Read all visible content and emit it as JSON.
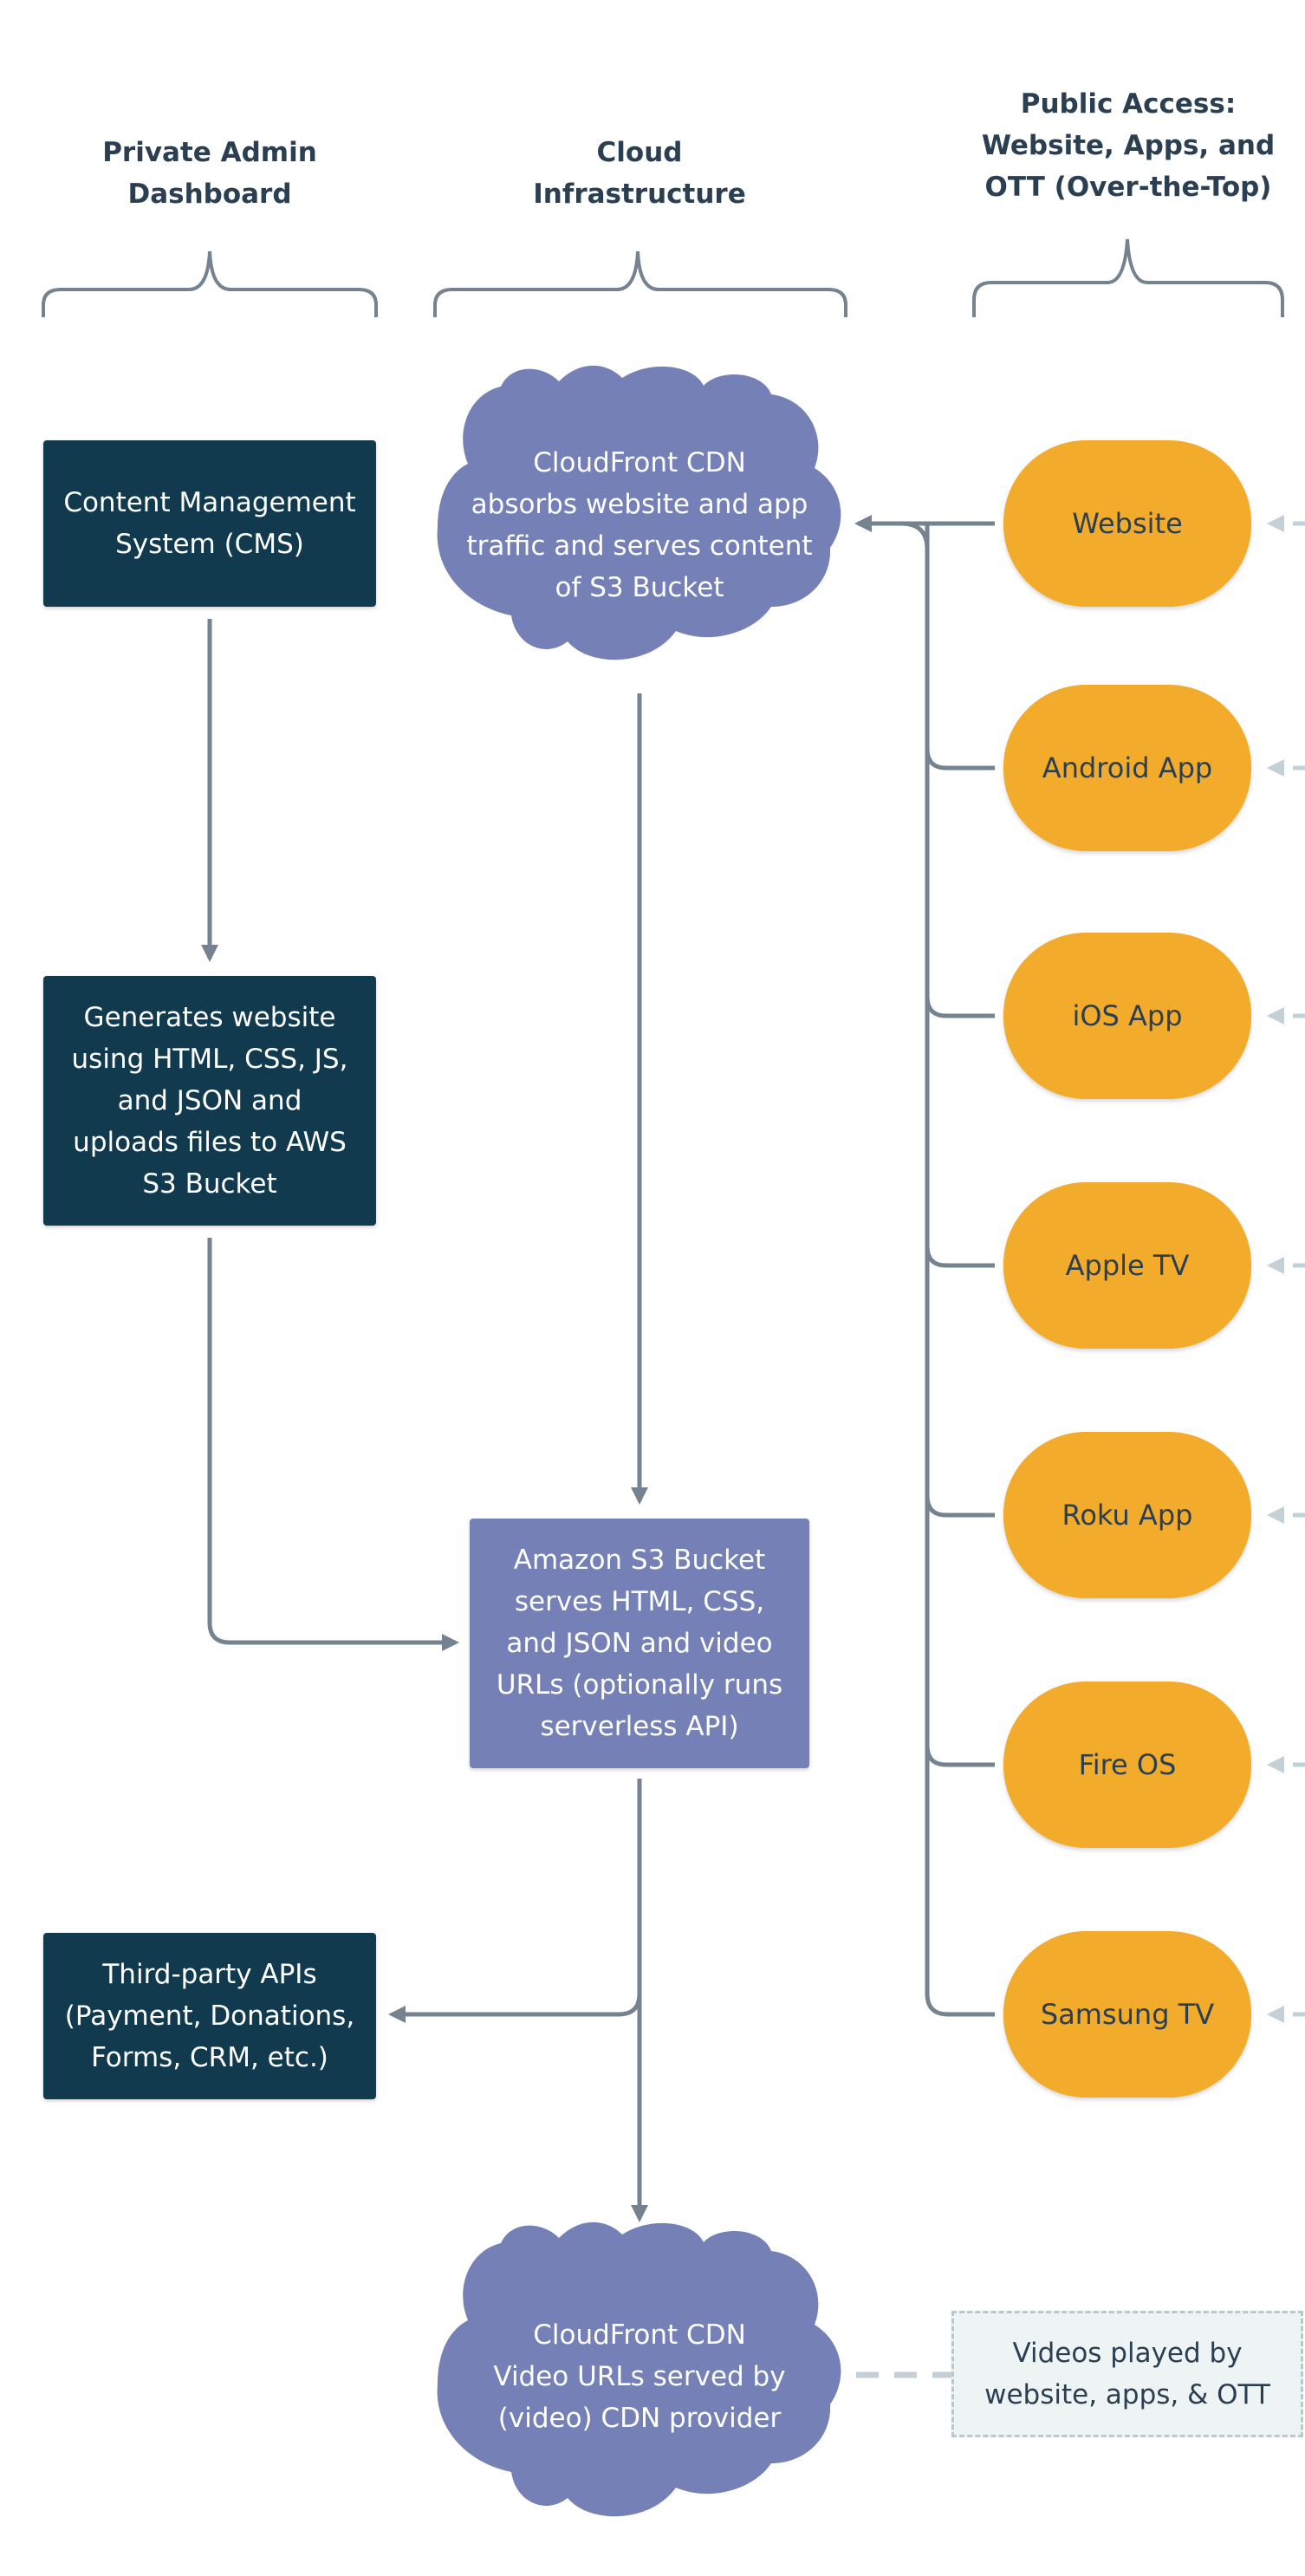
{
  "columns": {
    "admin": "Private Admin\nDashboard",
    "cloud": "Cloud\nInfrastructure",
    "public": "Public Access:\nWebsite, Apps, and\nOTT (Over-the-Top)"
  },
  "nodes": {
    "cms": "Content Management\nSystem (CMS)",
    "generates": "Generates website\nusing HTML, CSS, JS,\nand JSON and\nuploads files to AWS\nS3 Bucket",
    "third_party": "Third-party APIs\n(Payment, Donations,\nForms, CRM, etc.)",
    "cdn_top": "CloudFront CDN\nabsorbs website and app\ntraffic and serves content\nof S3 Bucket",
    "s3": "Amazon S3 Bucket\nserves HTML, CSS,\nand JSON and video\nURLs  (optionally runs\nserverless API)",
    "cdn_bottom": "CloudFront CDN\nVideo URLs served by\n(video) CDN provider",
    "videos_note": "Videos played by\nwebsite, apps, & OTT"
  },
  "clients": [
    "Website",
    "Android App",
    "iOS App",
    "Apple TV",
    "Roku App",
    "Fire OS",
    "Samsung TV"
  ],
  "colors": {
    "dark_box": "#123a4f",
    "purple": "#7480b6",
    "orange": "#f2ab2a",
    "connector": "#74838f",
    "dashed": "#c4d0d8"
  }
}
